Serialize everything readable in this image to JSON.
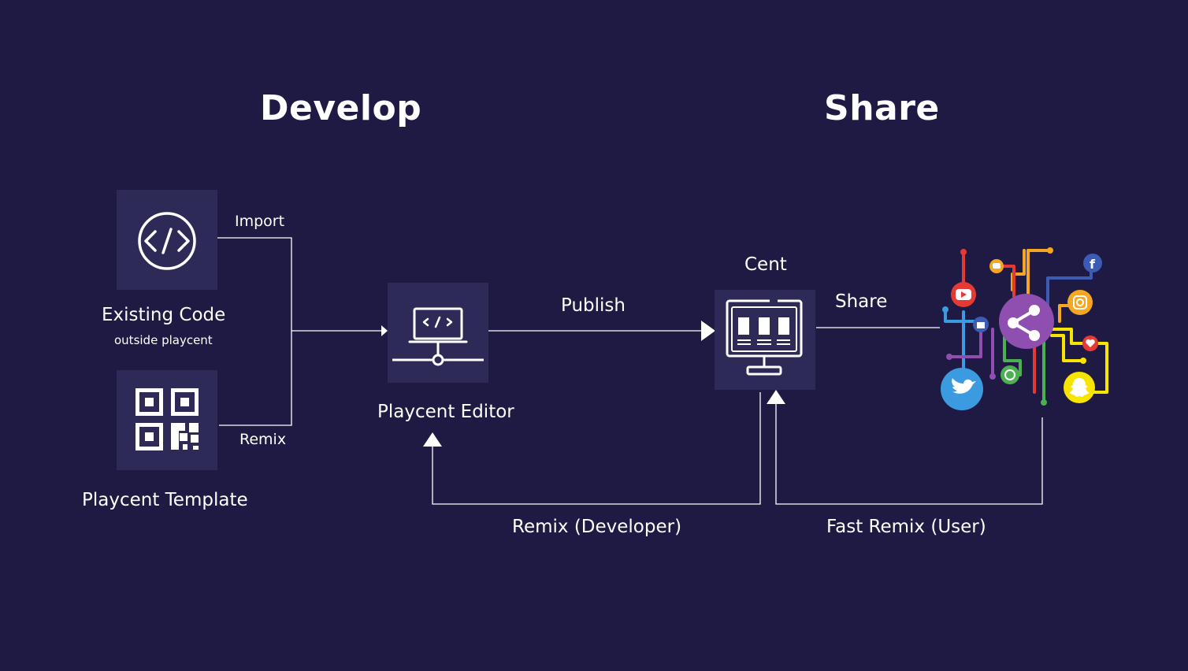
{
  "headings": {
    "develop": "Develop",
    "share": "Share"
  },
  "nodes": {
    "existing_code": {
      "title": "Existing Code",
      "subtitle": "outside playcent",
      "icon": "code-icon"
    },
    "template": {
      "title": "Playcent Template",
      "icon": "qr-code-icon"
    },
    "editor": {
      "title": "Playcent Editor",
      "icon": "laptop-network-icon"
    },
    "cent": {
      "title": "Cent",
      "icon": "monitor-icon"
    },
    "social": {
      "icon": "social-network-icon"
    }
  },
  "edges": {
    "import": "Import",
    "remix": "Remix",
    "publish": "Publish",
    "share": "Share",
    "remix_developer": "Remix (Developer)",
    "fast_remix_user": "Fast Remix (User)"
  },
  "colors": {
    "background": "#1f1a43",
    "box": "#2e2a58",
    "line": "#ffffff",
    "youtube": "#e53935",
    "twitter": "#3c9ae0",
    "snapchat": "#f7e500",
    "whatsapp": "#4caf50",
    "instagram": "#f5a623",
    "facebook": "#3b5bb5",
    "share_hub": "#8e4fb0"
  }
}
